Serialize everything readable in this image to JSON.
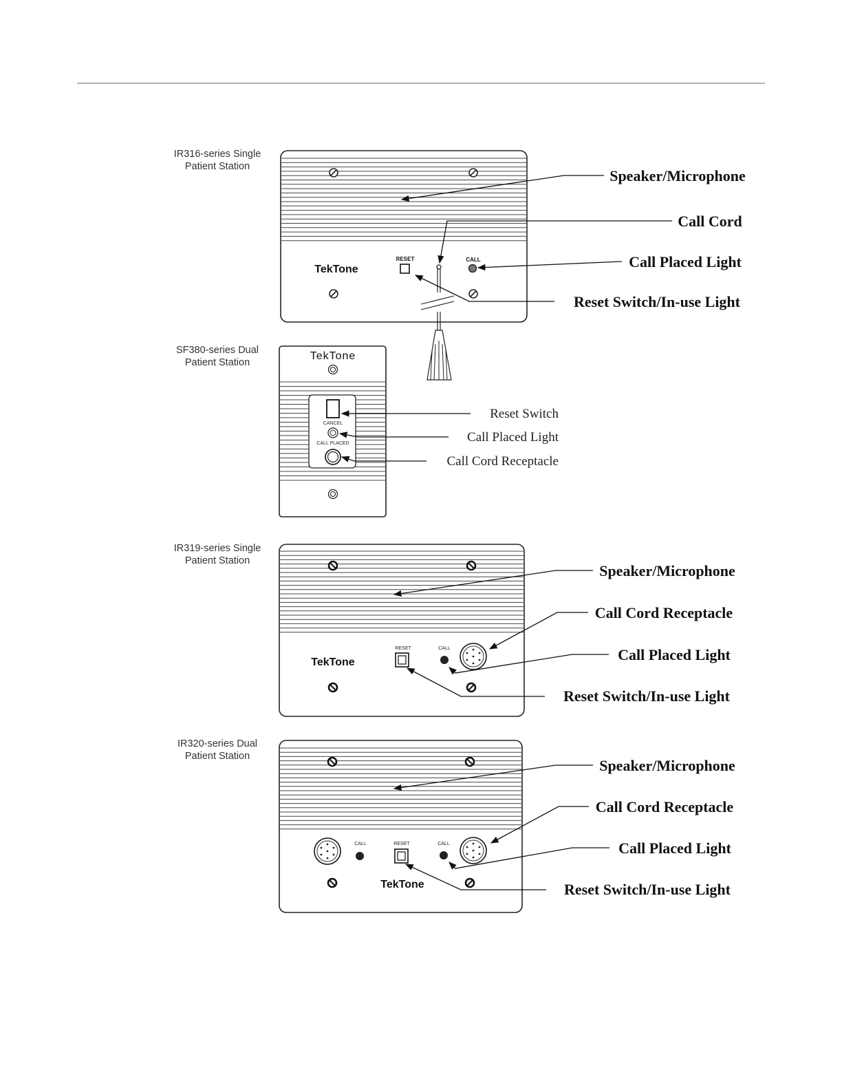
{
  "stations": [
    {
      "caption_line1": "IR316-series Single",
      "caption_line2": "Patient Station",
      "brand": "TekTone",
      "panel_labels": {
        "reset": "RESET",
        "call": "CALL"
      },
      "callouts": [
        "Speaker/Microphone",
        "Call Cord",
        "Call Placed Light",
        "Reset Switch/In-use Light"
      ]
    },
    {
      "caption_line1": "SF380-series Dual",
      "caption_line2": "Patient Station",
      "brand": "TekTone",
      "panel_labels": {
        "cancel": "CANCEL",
        "call_placed": "CALL PLACED"
      },
      "callouts": [
        "Reset Switch",
        "Call Placed Light",
        "Call Cord Receptacle"
      ]
    },
    {
      "caption_line1": "IR319-series Single",
      "caption_line2": "Patient Station",
      "brand": "TekTone",
      "panel_labels": {
        "reset": "RESET",
        "call": "CALL"
      },
      "callouts": [
        "Speaker/Microphone",
        "Call Cord Receptacle",
        "Call Placed Light",
        "Reset Switch/In-use Light"
      ]
    },
    {
      "caption_line1": "IR320-series Dual",
      "caption_line2": "Patient Station",
      "brand": "TekTone",
      "panel_labels": {
        "reset": "RESET",
        "call_left": "CALL",
        "call_right": "CALL"
      },
      "callouts": [
        "Speaker/Microphone",
        "Call Cord Receptacle",
        "Call Placed Light",
        "Reset Switch/In-use Light"
      ]
    }
  ]
}
